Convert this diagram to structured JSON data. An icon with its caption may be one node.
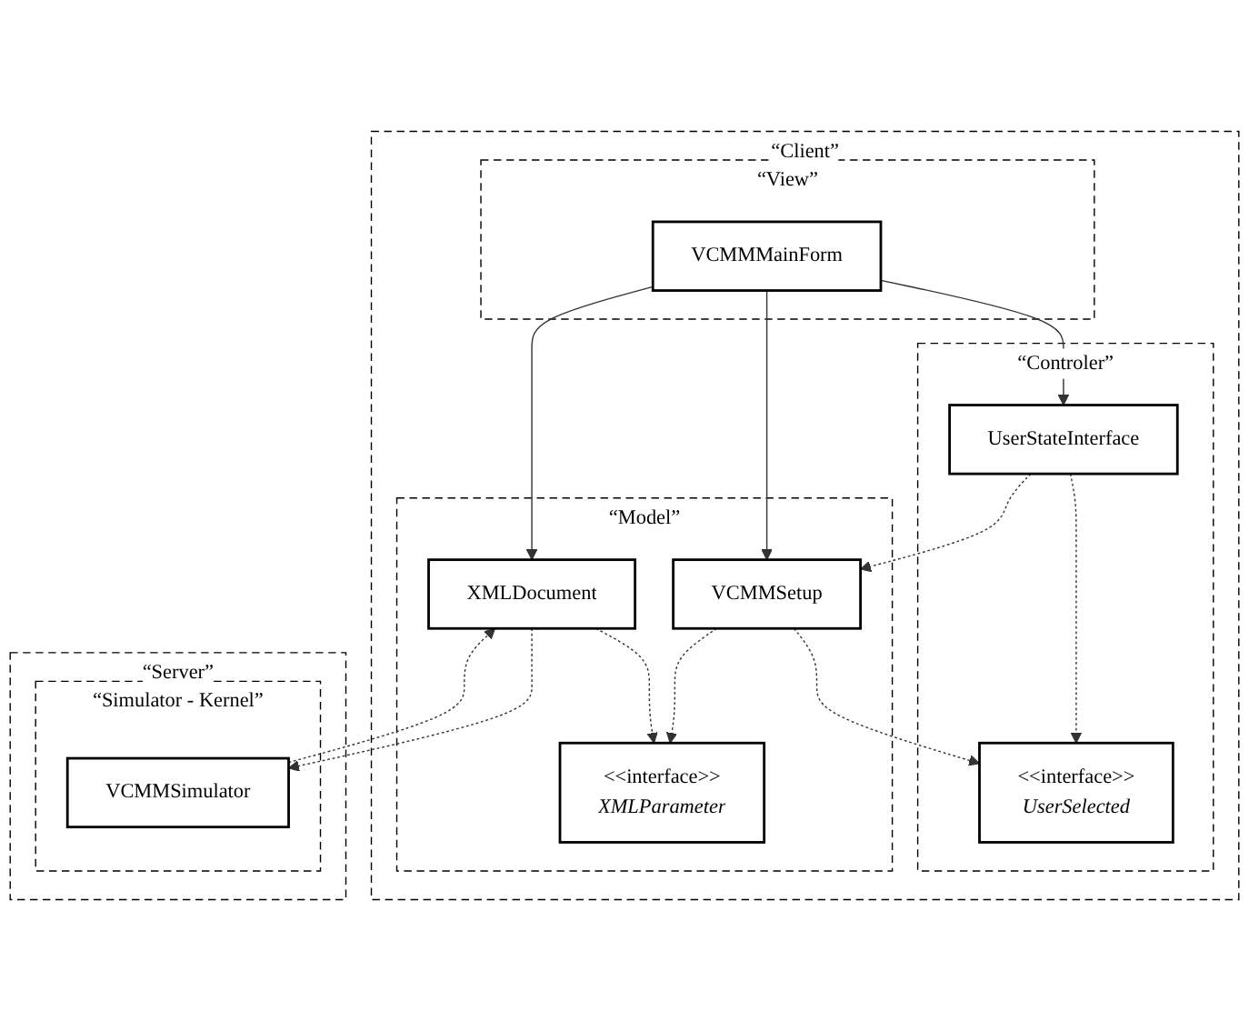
{
  "diagram": {
    "nodes": [
      {
        "text": [
          "“Client”"
        ]
      },
      {
        "text": [
          "“View”"
        ],
        "in": 0
      },
      {
        "text": [
          "VCMMMainForm"
        ],
        "in": 1
      },
      {
        "text": [
          "“Controler”"
        ],
        "in": 0
      },
      {
        "text": [
          "UserStateInterface"
        ],
        "in": 3
      },
      {
        "text": [
          "<<interface>>",
          "UserSelected"
        ],
        "in": 3
      },
      {
        "text": [
          "“Model”"
        ],
        "in": 0
      },
      {
        "text": [
          "VCMMSetup"
        ],
        "in": 6
      },
      {
        "text": [
          "<<interface>>",
          "XMLParameter"
        ],
        "in": 6
      },
      {
        "text": [
          "XMLDocument"
        ],
        "in": 6
      },
      {
        "text": [
          "“Server”"
        ]
      },
      {
        "text": [
          "“Simulator - Kernel”"
        ],
        "in": 10
      },
      {
        "text": [
          "VCMMSimulator"
        ],
        "in": 11
      }
    ],
    "edges": [
      {
        "from": 2,
        "to": 4,
        "arrow": "to"
      },
      {
        "from": 2,
        "to": 7,
        "arrow": "to"
      },
      {
        "from": 2,
        "to": 9,
        "arrow": "to"
      },
      {
        "from": 4,
        "to": 5,
        "arrow": "to",
        "style": "dashed"
      },
      {
        "from": 4,
        "to": 7,
        "arrow": "to",
        "style": "dashed"
      },
      {
        "from": 7,
        "to": 5,
        "arrow": "to",
        "style": "dashed"
      },
      {
        "from": 7,
        "to": 8,
        "arrow": "to",
        "style": "dashed"
      },
      {
        "from": 9,
        "to": 8,
        "arrow": "to",
        "style": "dashed"
      },
      {
        "from": 9,
        "to": 12,
        "arrow": "to",
        "style": "dashed"
      },
      {
        "from": 12,
        "to": 9,
        "arrow": "to",
        "style": "dashed"
      }
    ]
  }
}
